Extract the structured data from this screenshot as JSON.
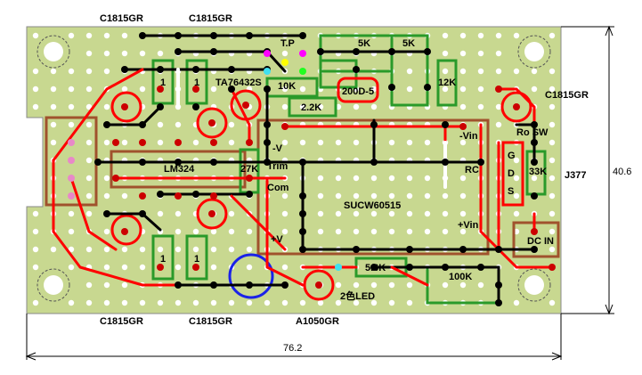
{
  "labels": {
    "c1815gr_top_left": "C1815GR",
    "c1815gr_top_mid": "C1815GR",
    "c1815gr_right": "C1815GR",
    "c1815gr_bottom_left": "C1815GR",
    "c1815gr_bottom_mid": "C1815GR",
    "a1050gr": "A1050GR",
    "tp": "T.P",
    "ta76432s": "TA76432S",
    "r10k": "10K",
    "r5k_a": "5K",
    "r5k_b": "5K",
    "r12k": "12K",
    "r2_2k": "2.2K",
    "d200d5": "200D-5",
    "lm324": "LM324",
    "r27k": "27K",
    "trim": "Trim",
    "com": "Com",
    "plus_v": "+V",
    "minus_v": "-V",
    "minus_vin": "-Vin",
    "plus_vin": "+Vin",
    "sucw": "SUCW60515",
    "rc": "RC",
    "ro_sw": "Ro SW",
    "g": "G",
    "d": "D",
    "s": "S",
    "r33k": "33K",
    "j377": "J377",
    "dc_in": "DC IN",
    "r5_6k": "5.6K",
    "r100k": "100K",
    "led2": "2色LED",
    "one_a": "1",
    "one_b": "1",
    "one_c": "1",
    "one_d": "1"
  },
  "dimensions": {
    "width": "76.2",
    "height": "40.6"
  },
  "colors": {
    "board": "#c8d890",
    "board_edge": "#8a8a8a",
    "hole": "#ffffff",
    "pad": "#000000",
    "trace_red": "#ff0000",
    "trace_black": "#000000",
    "part_green": "#2a9a2a",
    "part_brown": "#a0522d",
    "cap_blue": "#1a22e8",
    "jumper_white": "#ffffff",
    "pink": "#e888c8",
    "cyan": "#40e0f0",
    "yellow": "#ffff00",
    "magenta": "#ff00ff",
    "lime": "#20ff20"
  }
}
